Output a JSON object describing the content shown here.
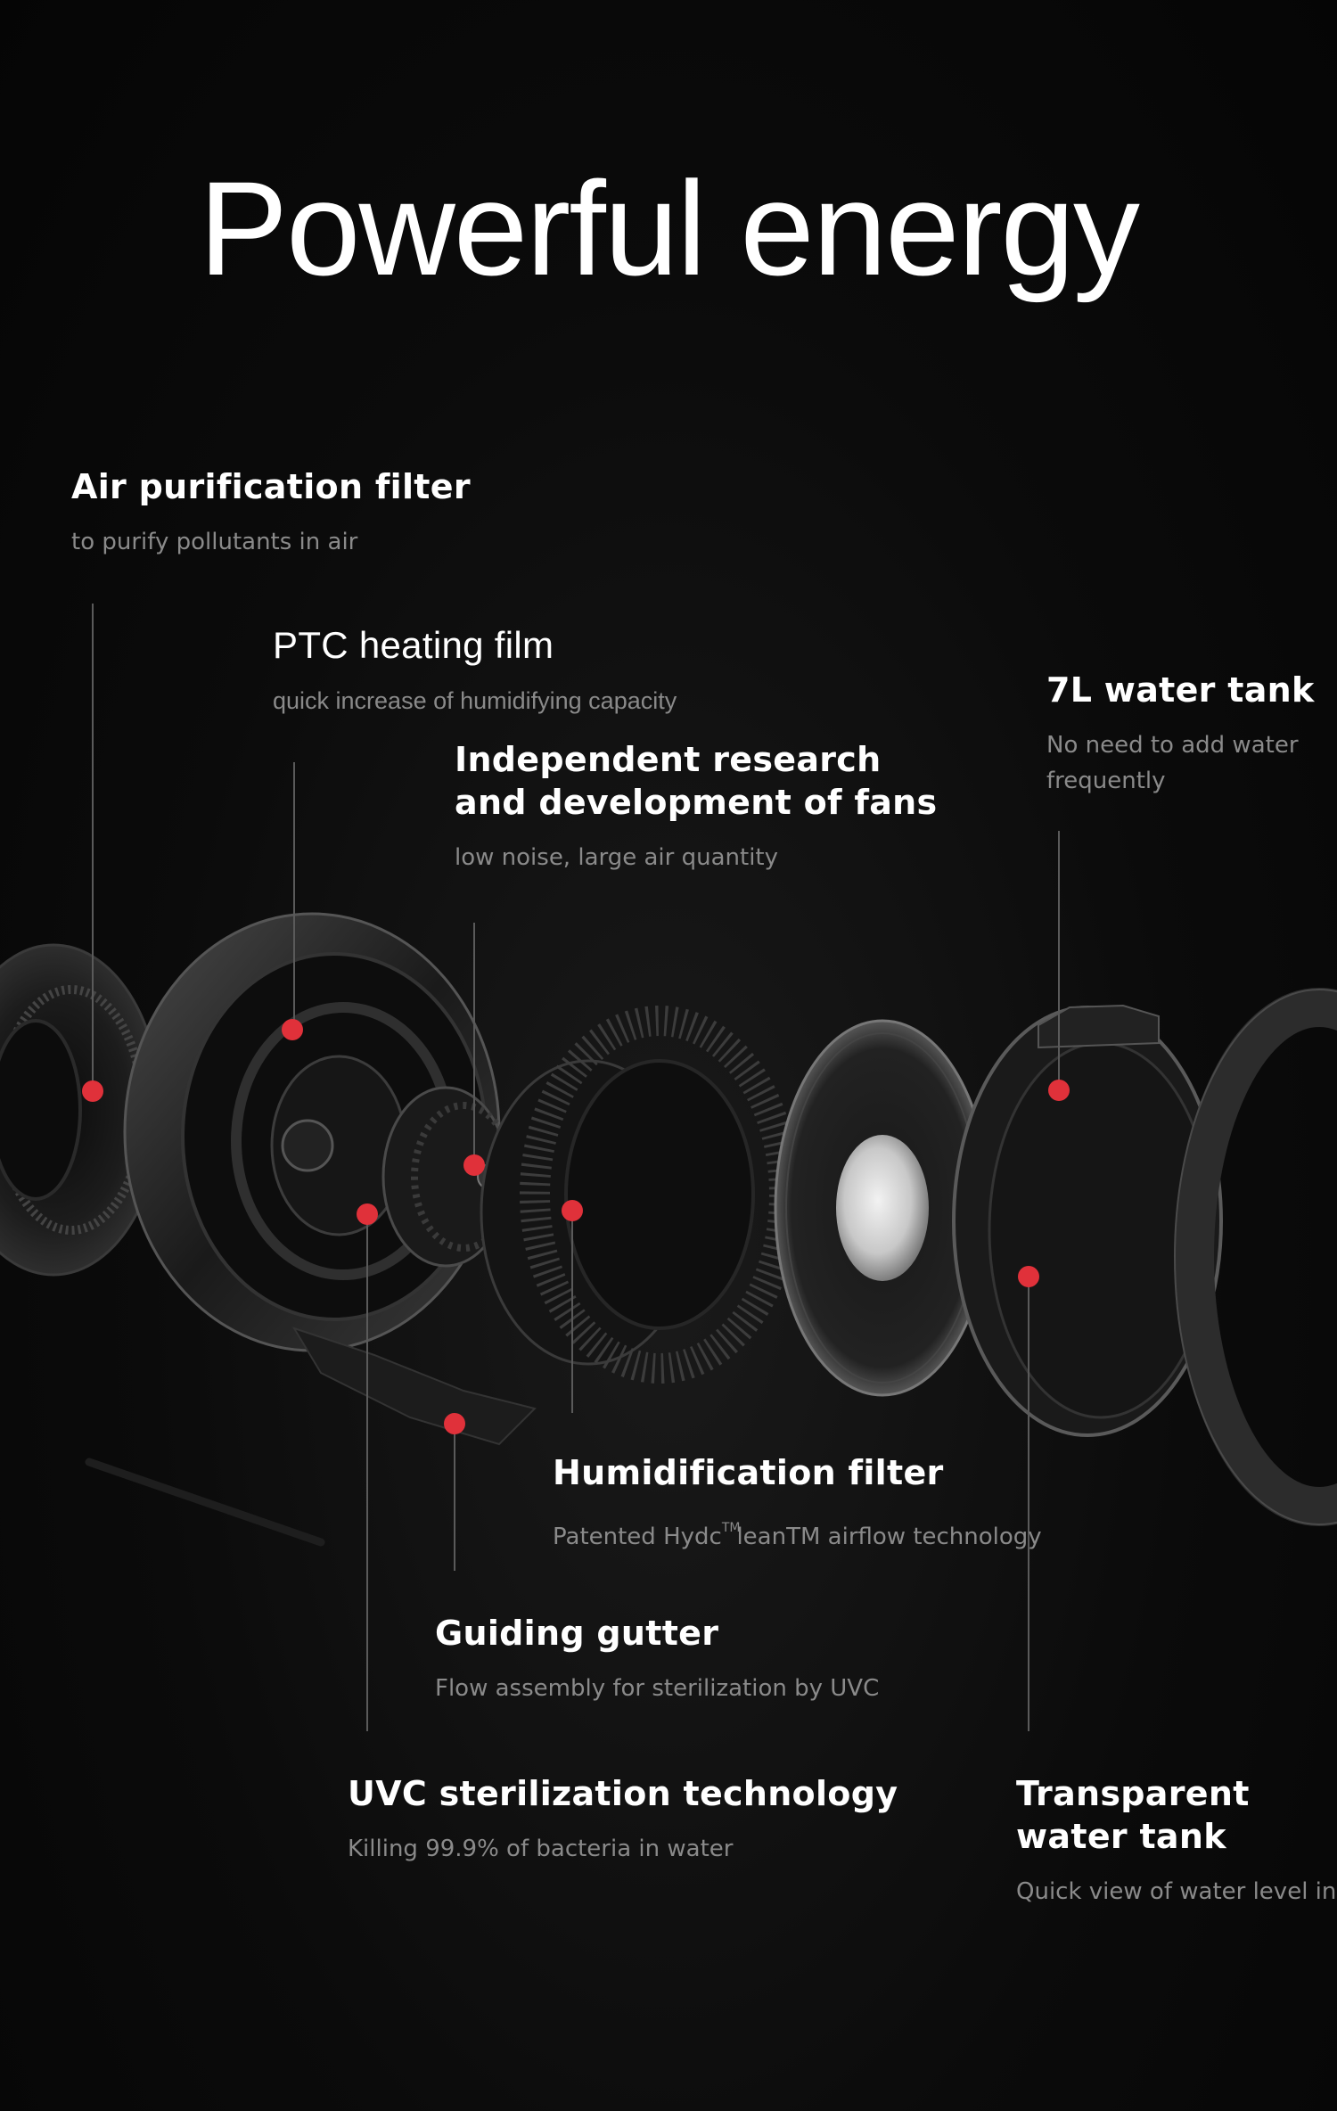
{
  "header": {
    "title": "Powerful energy"
  },
  "components": [
    {
      "key": "air_filter",
      "title": "Air purification filter",
      "desc": "to purify pollutants in air"
    },
    {
      "key": "ptc",
      "title": "PTC heating film",
      "desc": "quick increase of humidifying capacity"
    },
    {
      "key": "fans",
      "title_line1": "Independent research",
      "title_line2": "and development of fans",
      "desc": "low noise, large air quantity"
    },
    {
      "key": "tank",
      "title": "7L water tank",
      "desc_line1": "No need to add water",
      "desc_line2": "frequently"
    },
    {
      "key": "humid_filter",
      "title": "Humidification filter",
      "desc_prefix": "Patented Hydc",
      "desc_tm": "TM",
      "desc_suffix": "leanTM airflow technology"
    },
    {
      "key": "gutter",
      "title": "Guiding gutter",
      "desc": "Flow assembly for sterilization by UVC"
    },
    {
      "key": "uvc",
      "title": "UVC sterilization technology",
      "desc": "Killing 99.9% of bacteria in water"
    },
    {
      "key": "transparent",
      "title_line1": "Transparent",
      "title_line2": "water tank",
      "desc": "Quick view of water level in r"
    }
  ],
  "colors": {
    "marker": "#e0313a",
    "background": "#0b0b0b",
    "text_primary": "#ffffff",
    "text_secondary": "#8a8a8a",
    "leader_line": "#5a5a5a"
  }
}
